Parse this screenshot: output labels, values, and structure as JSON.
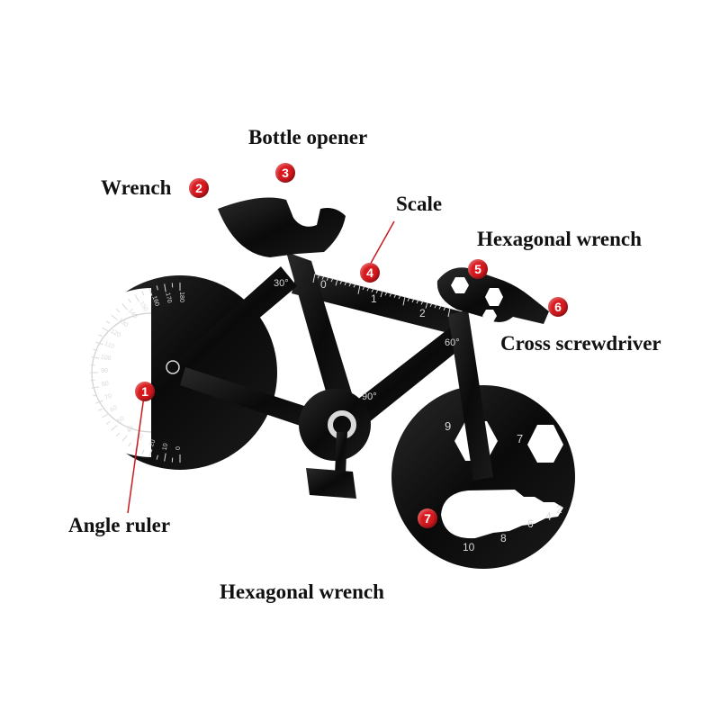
{
  "colors": {
    "tool": "#0d0d0d",
    "engraving": "#d9d9d9",
    "marker": "#d8191e",
    "leader": "#c91a1f"
  },
  "labels": {
    "bottle_opener": "Bottle opener",
    "wrench": "Wrench",
    "scale": "Scale",
    "hexagonal_wrench_top": "Hexagonal wrench",
    "cross_screwdriver": "Cross screwdriver",
    "angle_ruler": "Angle ruler",
    "hexagonal_wrench_bottom": "Hexagonal wrench"
  },
  "markers": [
    "1",
    "2",
    "3",
    "4",
    "5",
    "6",
    "7"
  ],
  "engravings": {
    "angle_30": "30°",
    "angle_60": "60°",
    "angle_90": "90°",
    "scale_0": "0",
    "scale_1": "1",
    "scale_2": "2",
    "hex_9": "9",
    "hex_7": "7",
    "slot_10": "10",
    "slot_8": "8",
    "slot_6": "6",
    "slot_4": "4",
    "slot_2": "2"
  },
  "protractor_ticks": [
    "0",
    "10",
    "20",
    "30",
    "40",
    "50",
    "60",
    "70",
    "80",
    "90",
    "100",
    "110",
    "120",
    "130",
    "140",
    "150",
    "160",
    "170",
    "180"
  ]
}
